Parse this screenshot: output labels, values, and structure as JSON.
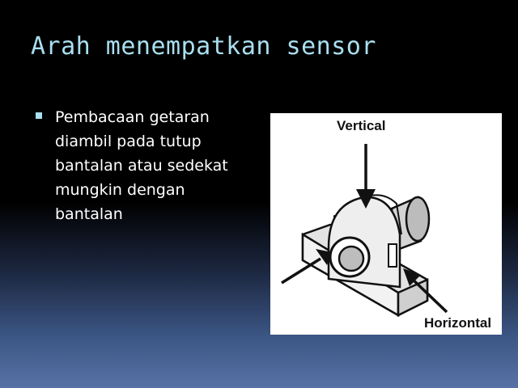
{
  "slide": {
    "title": "Arah menempatkan sensor",
    "bullets": [
      "Pembacaan getaran diambil pada tutup bantalan atau sedekat mungkin dengan bantalan"
    ],
    "figure": {
      "label_vertical": "Vertical",
      "label_horizontal": "Horizontal"
    }
  }
}
